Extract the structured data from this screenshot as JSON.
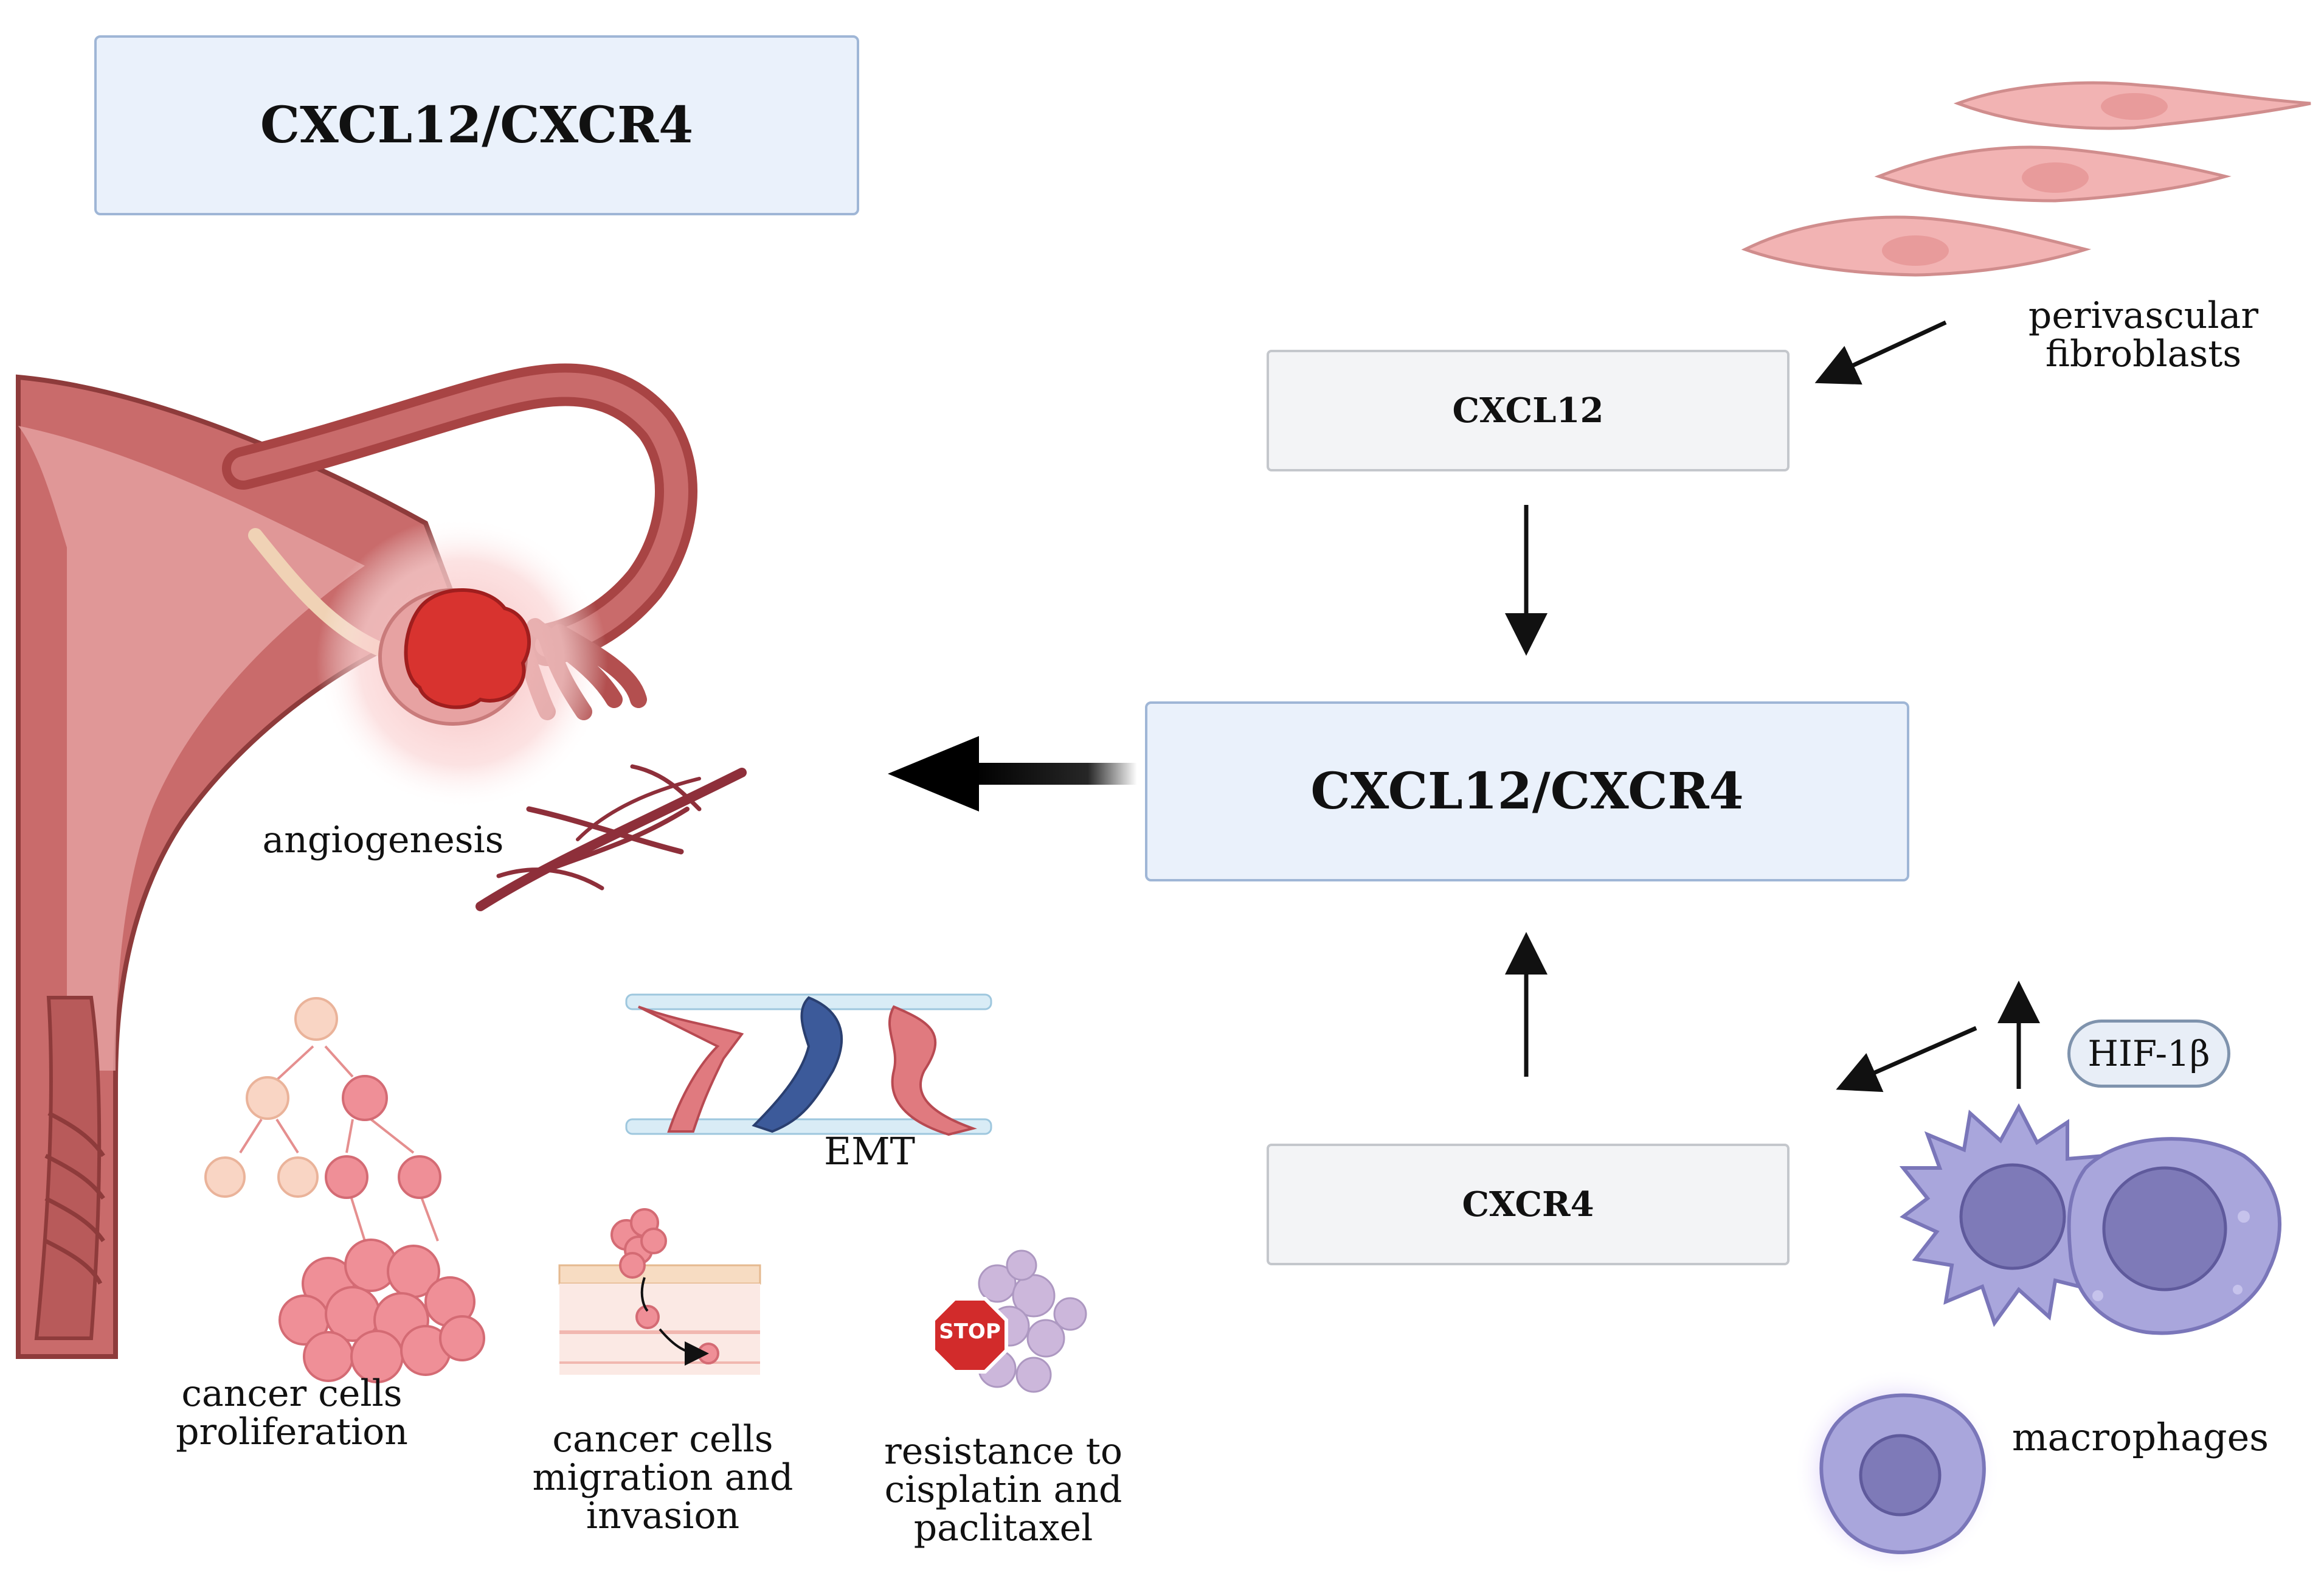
{
  "title_box": "CXCL12/CXCR4",
  "center_box": "CXCL12/CXCR4",
  "ligand_box": "CXCL12",
  "receptor_box": "CXCR4",
  "hif_label": "HIF-1β",
  "labels": {
    "fibroblasts": [
      "perivascular",
      "fibroblasts"
    ],
    "macrophages": "macrophages",
    "angiogenesis": "angiogenesis",
    "emt": "EMT",
    "proliferation": [
      "cancer cells",
      "proliferation"
    ],
    "migration": [
      "cancer cells",
      "migration and",
      "invasion"
    ],
    "resistance": [
      "resistance to",
      "cisplatin and",
      "paclitaxel"
    ],
    "stop_sign": "STOP"
  },
  "colors": {
    "box_blue_fill": "#eaf1fb",
    "box_blue_border": "#9fb6d6",
    "box_gray_fill": "#f3f4f6",
    "uterus": "#c96b6b",
    "tumor": "#d8332f",
    "fibroblast": "#f2b3b3",
    "macrophage": "#a9a6dc",
    "cancer_cell": "#ef8f97",
    "blue_cell": "#3c5a9a"
  }
}
